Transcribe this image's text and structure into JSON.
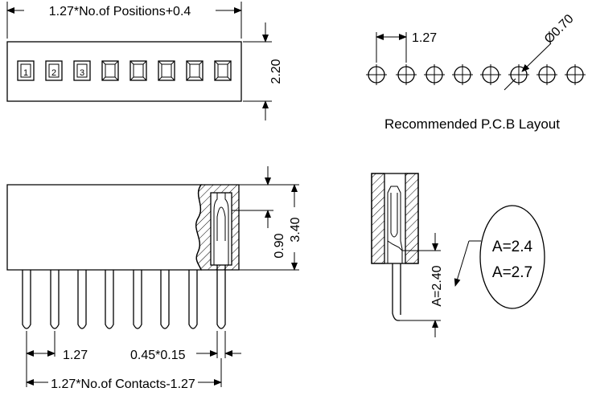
{
  "top_view": {
    "width_dim": "1.27*No.of Positions+0.4",
    "height_dim": "2.20",
    "pin_numbers": [
      "1",
      "2",
      "3"
    ]
  },
  "pcb_layout": {
    "pitch_dim": "1.27",
    "hole_dim": "Ø0.70",
    "caption": "Recommended P.C.B Layout"
  },
  "side_view": {
    "height_dim": "3.40",
    "inner_dim": "0.90",
    "pitch_dim": "1.27",
    "pin_dim": "0.45*0.15",
    "bottom_dim": "1.27*No.of Contacts-1.27"
  },
  "section_view": {
    "tail_dim": "A=2.40",
    "options": [
      "A=2.4",
      "A=2.7"
    ]
  }
}
